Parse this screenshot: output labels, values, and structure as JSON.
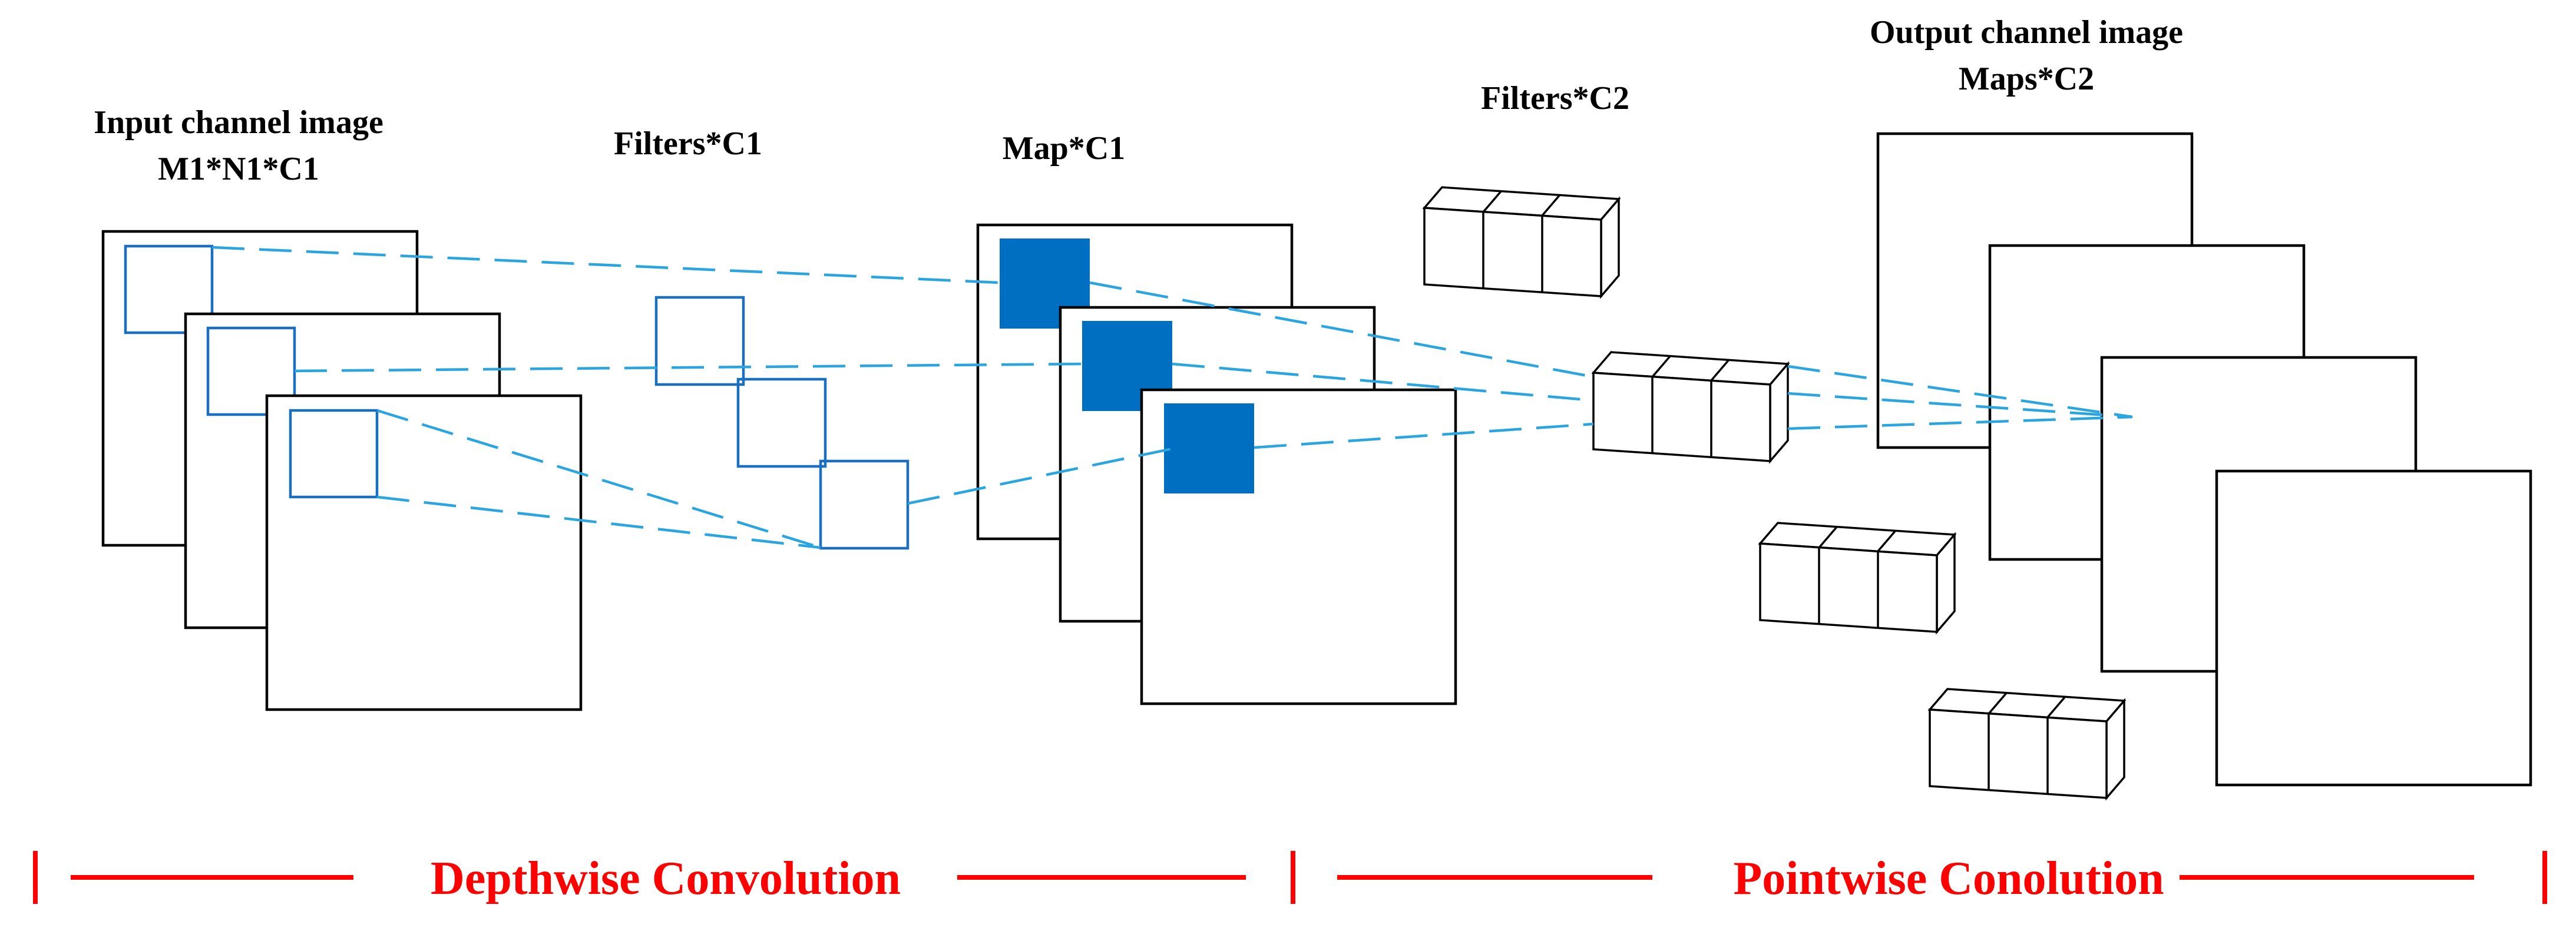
{
  "labels": {
    "input_title": "Input channel image",
    "input_dims": "M1*N1*C1",
    "filters_c1": "Filters*C1",
    "map_c1": "Map*C1",
    "filters_c2": "Filters*C2",
    "output_title": "Output channel image",
    "output_dims": "Maps*C2"
  },
  "sections": {
    "depthwise": "Depthwise Convolution",
    "pointwise": "Pointwise Conolution"
  },
  "colors": {
    "kernel_outline": "#1a6fc1",
    "map_fill": "#006fc1",
    "connector": "#2aa5df",
    "section_text": "#ff0000",
    "stroke": "#000000"
  }
}
